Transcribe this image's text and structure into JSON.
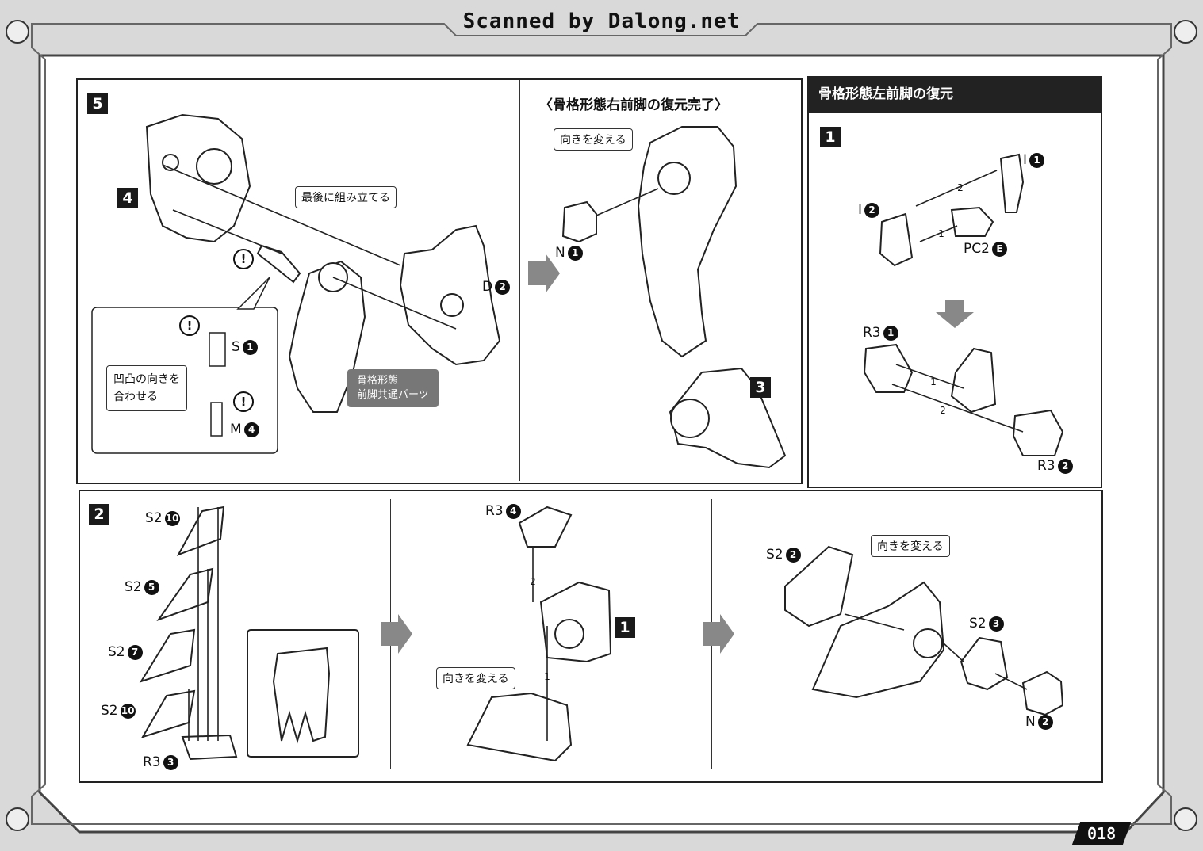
{
  "watermark": "Scanned by Dalong.net",
  "page_number": "018",
  "step5": {
    "number": "5",
    "sub_step": "4",
    "callout_last": "最後に組み立てる",
    "part_d": "D",
    "part_d_num": "2",
    "inset_note": "凹凸の向きを\n合わせる",
    "part_s": "S",
    "part_s_num": "1",
    "part_m": "M",
    "part_m_num": "4",
    "badge": "骨格形態\n前脚共通パーツ",
    "warn_symbol": "!"
  },
  "right_leg_complete": {
    "title": "〈骨格形態右前脚の復元完了〉",
    "callout_turn": "向きを変える",
    "part_n": "N",
    "part_n_num": "1",
    "sub_step": "3"
  },
  "left_leg": {
    "title": "骨格形態左前脚の復元",
    "step": "1",
    "part_i1": "I",
    "part_i1_num": "1",
    "part_i2": "I",
    "part_i2_num": "2",
    "part_pc2": "PC2",
    "part_pc2_num": "E",
    "seq_1": "1",
    "seq_2": "2",
    "part_r3_1": "R3",
    "part_r3_1_num": "1",
    "part_r3_2": "R3",
    "part_r3_2_num": "2"
  },
  "step2": {
    "number": "2",
    "claws": [
      {
        "label": "S2",
        "num": "10"
      },
      {
        "label": "S2",
        "num": "5"
      },
      {
        "label": "S2",
        "num": "7"
      },
      {
        "label": "S2",
        "num": "10"
      }
    ],
    "part_r3_3": "R3",
    "part_r3_3_num": "3",
    "part_r3_4": "R3",
    "part_r3_4_num": "4",
    "seq_1": "1",
    "seq_2": "2",
    "sub_step": "1",
    "callout_turn_a": "向きを変える",
    "callout_turn_b": "向きを変える",
    "part_s2_2": "S2",
    "part_s2_2_num": "2",
    "part_s2_3": "S2",
    "part_s2_3_num": "3",
    "part_n2": "N",
    "part_n2_num": "2"
  }
}
